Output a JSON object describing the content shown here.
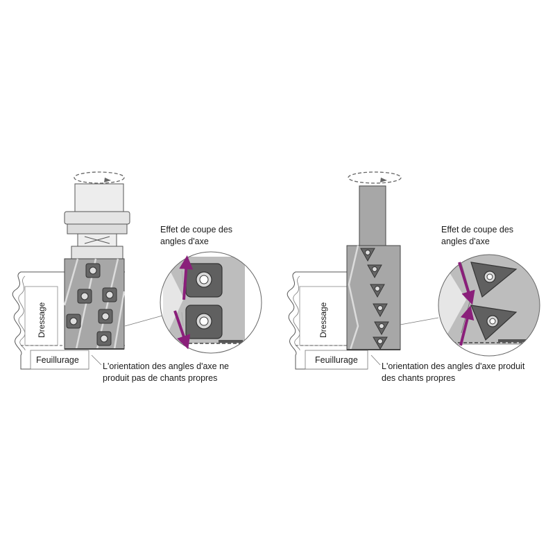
{
  "left": {
    "zone_vertical": "Dressage",
    "zone_bottom": "Feuillurage",
    "callout_title": [
      "Effet de coupe des",
      "angles d'axe"
    ],
    "caption": [
      "L'orientation des angles d'axe ne",
      "produit pas de chants propres"
    ]
  },
  "right": {
    "zone_vertical": "Dressage",
    "zone_bottom": "Feuillurage",
    "callout_title": [
      "Effet de coupe des",
      "angles d'axe"
    ],
    "caption": [
      "L'orientation des angles d'axe produit",
      "des chants propres"
    ]
  },
  "colors": {
    "arrow": "#8a1f7a",
    "insert": "#666666",
    "body": "#9e9e9e",
    "line": "#555555"
  }
}
